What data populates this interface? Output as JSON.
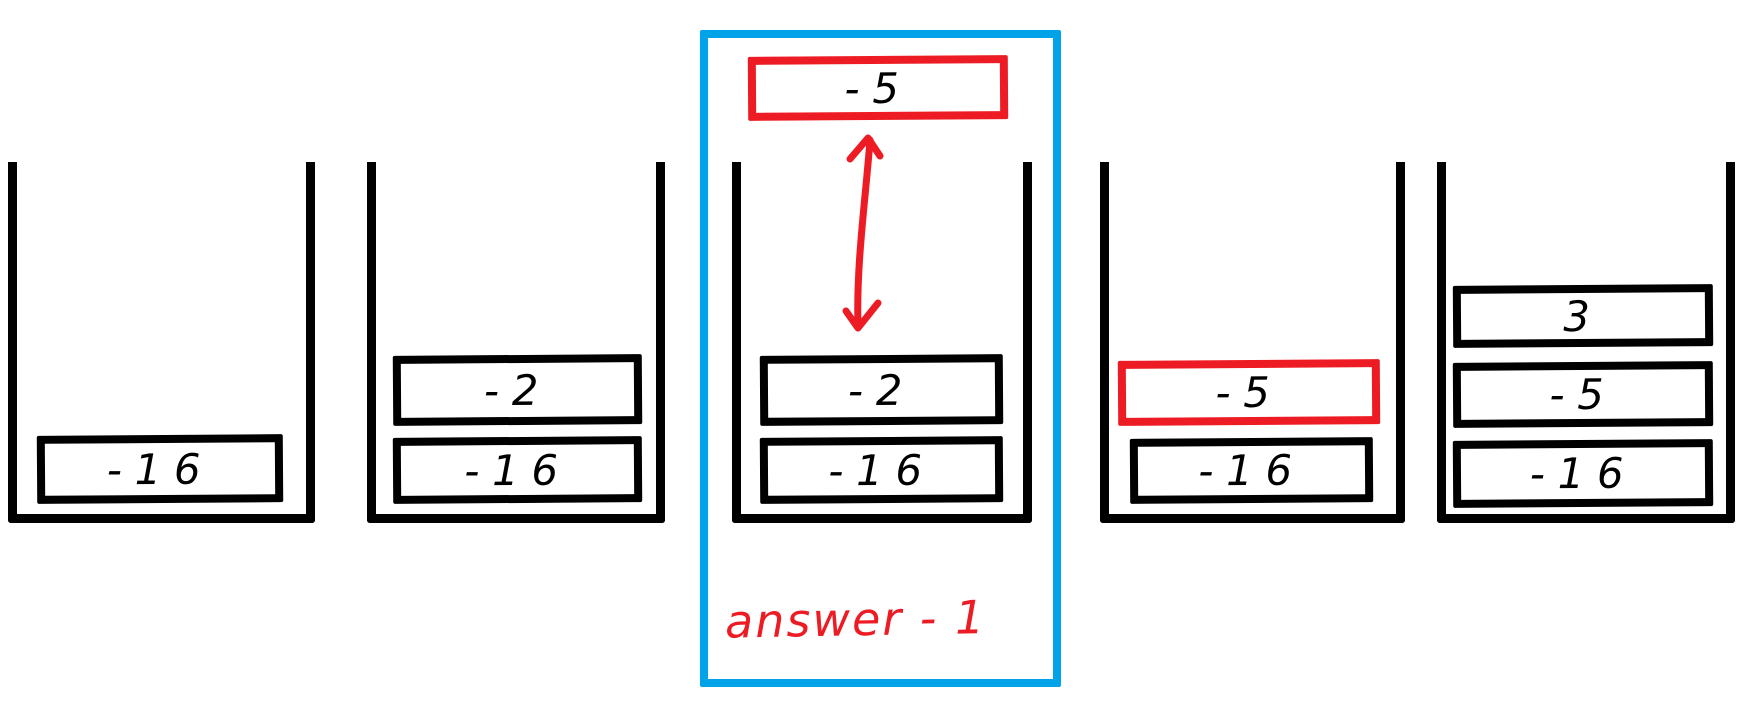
{
  "colors": {
    "ink": "#000000",
    "highlight_red": "#ed1c24",
    "selection_blue": "#00a2e8",
    "background": "#ffffff"
  },
  "stacks": [
    {
      "name": "stack-1",
      "items": [
        {
          "value": "-16",
          "outline": "black"
        }
      ]
    },
    {
      "name": "stack-2",
      "items": [
        {
          "value": "-16",
          "outline": "black"
        },
        {
          "value": "-2",
          "outline": "black"
        }
      ]
    },
    {
      "name": "stack-3",
      "selected": true,
      "floating_item": {
        "value": "-5",
        "outline": "red"
      },
      "items": [
        {
          "value": "-16",
          "outline": "black"
        },
        {
          "value": "-2",
          "outline": "black"
        }
      ],
      "annotation": "answer - 1"
    },
    {
      "name": "stack-4",
      "items": [
        {
          "value": "-16",
          "outline": "black"
        },
        {
          "value": "-5",
          "outline": "red"
        }
      ]
    },
    {
      "name": "stack-5",
      "items": [
        {
          "value": "-16",
          "outline": "black"
        },
        {
          "value": "-5",
          "outline": "black"
        },
        {
          "value": "3",
          "outline": "black"
        }
      ]
    }
  ]
}
